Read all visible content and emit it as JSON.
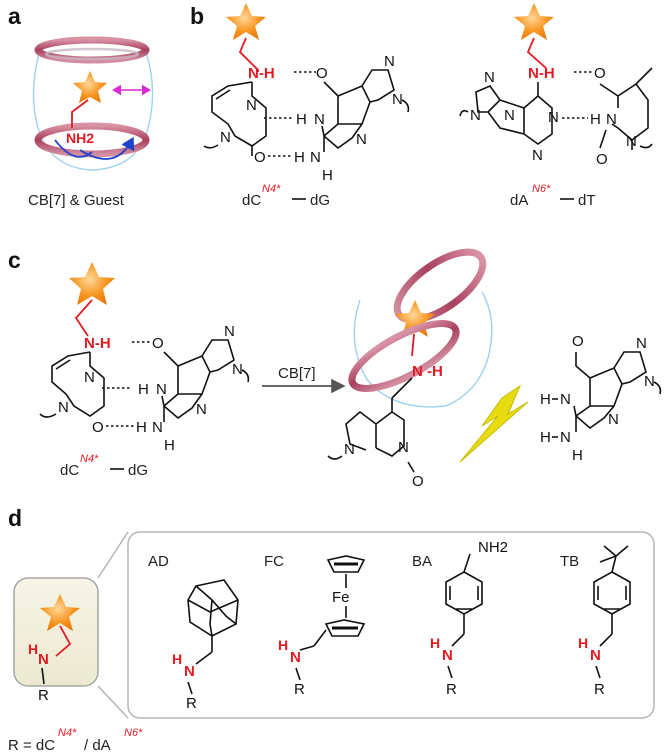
{
  "panels": {
    "a": "a",
    "b": "b",
    "c": "c",
    "d": "d"
  },
  "atoms": {
    "N": "N",
    "H": "H",
    "O": "O",
    "N_H": "N-H",
    "R": "R",
    "Fe": "Fe",
    "NH2": "NH2"
  },
  "panel_a": {
    "nh2": "NH2",
    "caption": "CB[7] & Guest"
  },
  "panel_b": {
    "pair1": {
      "base": "dC",
      "mod": "N4*",
      "partner": "dG"
    },
    "pair2": {
      "base": "dA",
      "mod": "N6*",
      "partner": "dT"
    }
  },
  "panel_c": {
    "pair": {
      "base": "dC",
      "mod": "N4*",
      "partner": "dG"
    },
    "arrow_label": "CB[7]",
    "nh": "N -H"
  },
  "panel_d": {
    "guests": [
      "AD",
      "FC",
      "BA",
      "TB"
    ],
    "footer": {
      "prefix": "R = dC",
      "mod1": "N4*",
      "mid": "/ dA",
      "mod2": "N6*"
    }
  },
  "colors": {
    "star": "#f7941d",
    "red": "#e21b23",
    "ring": "#b5536e",
    "yellow": "#e6dc10",
    "arrow": "#555555"
  }
}
